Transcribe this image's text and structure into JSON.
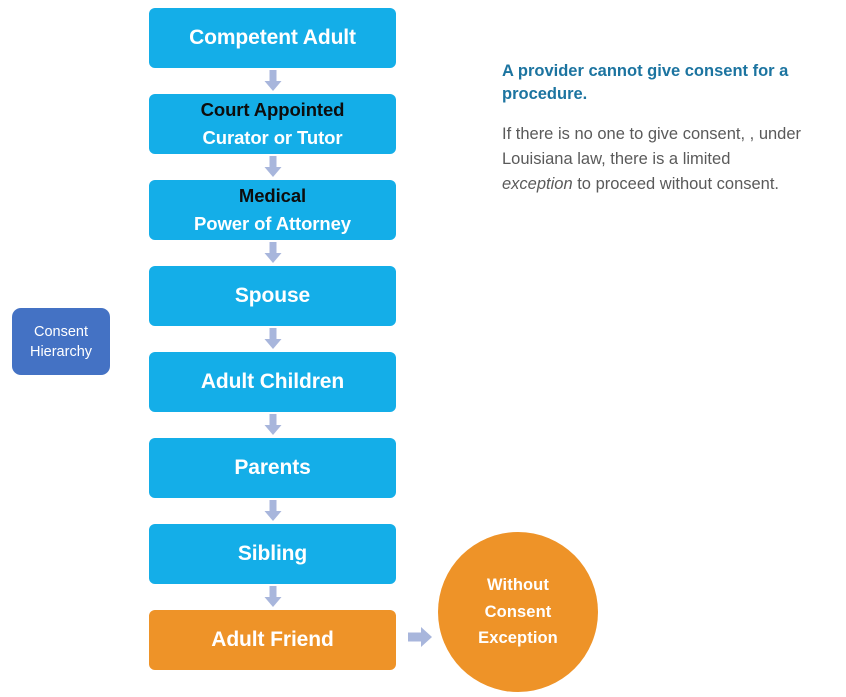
{
  "side_badge": {
    "line1": "Consent",
    "line2": "Hierarchy",
    "color": "#4472C4"
  },
  "colors": {
    "node_blue": "#14AEE8",
    "node_orange": "#EE9328",
    "arrow": "#A8B6DC",
    "heading_blue": "#1C74A0",
    "body_gray": "#5a5a5a"
  },
  "flow": {
    "nodes": [
      {
        "line1": "Competent Adult",
        "line2": "",
        "type": "blue"
      },
      {
        "line1": "Court Appointed",
        "line2": "Curator or Tutor",
        "type": "blue"
      },
      {
        "line1": "Medical",
        "line2": "Power of Attorney",
        "type": "blue"
      },
      {
        "line1": "Spouse",
        "line2": "",
        "type": "blue"
      },
      {
        "line1": "Adult Children",
        "line2": "",
        "type": "blue"
      },
      {
        "line1": "Parents",
        "line2": "",
        "type": "blue"
      },
      {
        "line1": "Sibling",
        "line2": "",
        "type": "blue"
      },
      {
        "line1": "Adult Friend",
        "line2": "",
        "type": "orange"
      }
    ]
  },
  "exception_circle": {
    "line1": "Without",
    "line2": "Consent",
    "line3": "Exception"
  },
  "note": {
    "heading": "A provider cannot give consent for a procedure.",
    "body_part1": "If there is no one to give consent, , under Louisiana law, there is a limited ",
    "body_emphasis": "exception",
    "body_part2": " to proceed without consent."
  },
  "icons": {
    "arrow_down": "arrow-down-icon",
    "arrow_right": "arrow-right-icon"
  }
}
